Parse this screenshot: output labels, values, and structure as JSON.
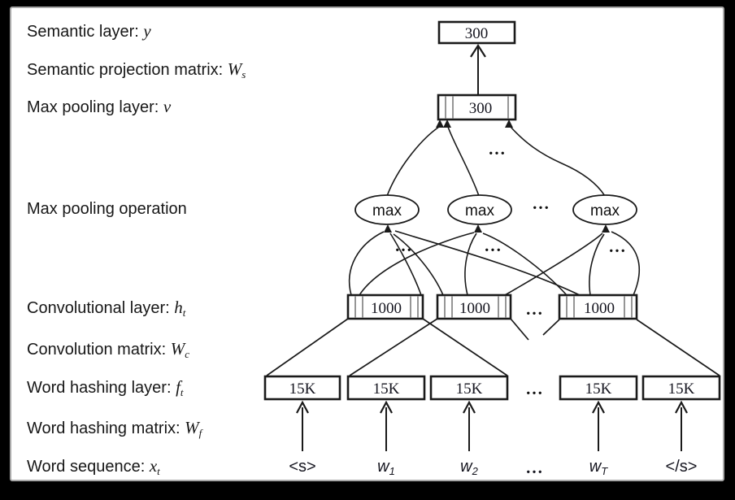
{
  "diagram": {
    "labels": [
      {
        "text": "Semantic layer: ",
        "symbol": "y",
        "sub": ""
      },
      {
        "text": "Semantic projection matrix: ",
        "symbol": "W",
        "sub": "s"
      },
      {
        "text": "Max pooling layer: ",
        "symbol": "v",
        "sub": ""
      },
      {
        "text": "Max pooling operation",
        "symbol": "",
        "sub": ""
      },
      {
        "text": "Convolutional layer: ",
        "symbol": "h",
        "sub": "t"
      },
      {
        "text": "Convolution matrix: ",
        "symbol": "W",
        "sub": "c"
      },
      {
        "text": "Word hashing layer: ",
        "symbol": "f",
        "sub": "t"
      },
      {
        "text": "Word hashing matrix: ",
        "symbol": "W",
        "sub": "f"
      },
      {
        "text": "Word sequence: ",
        "symbol": "x",
        "sub": "t"
      }
    ],
    "values": {
      "semantic": "300",
      "pooling": "300",
      "conv": [
        "1000",
        "1000",
        "1000"
      ],
      "hash": [
        "15K",
        "15K",
        "15K",
        "15K",
        "15K"
      ],
      "max": [
        "max",
        "max",
        "max"
      ]
    },
    "words": [
      {
        "base": "<s>",
        "sub": ""
      },
      {
        "base": "w",
        "sub": "1"
      },
      {
        "base": "w",
        "sub": "2"
      },
      {
        "base": "...",
        "sub": ""
      },
      {
        "base": "w",
        "sub": "T"
      },
      {
        "base": "</s>",
        "sub": ""
      }
    ],
    "ellipsis": "...",
    "colors": {
      "ink": "#1a1a1a",
      "cell_line": "#8a8a8a",
      "panel_bg": "#ffffff",
      "frame_bg": "#000000",
      "panel_border": "#a9a9a9"
    }
  }
}
